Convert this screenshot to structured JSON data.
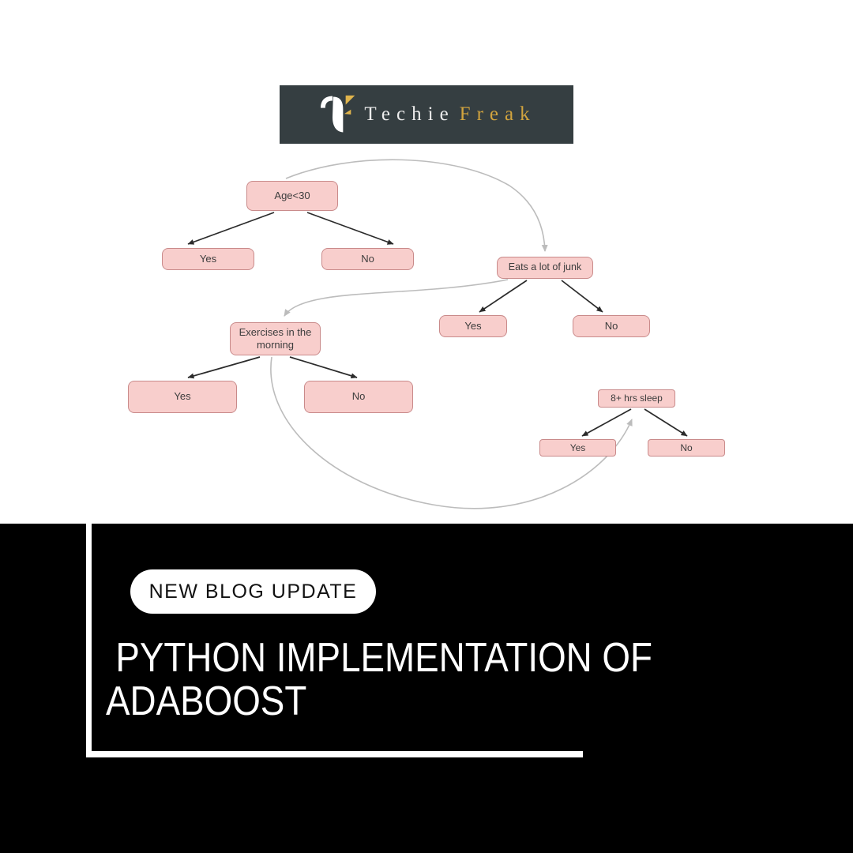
{
  "colors": {
    "logo_bg": "#353e41",
    "logo_first": "#ececec",
    "logo_second": "#d2a43e",
    "node_fill": "#f8cecc",
    "node_stroke": "#c98a8a",
    "node_text": "#3d3d3d",
    "tree_edge": "#2b2b2b",
    "flow_edge": "#bcbcbc",
    "footer_bg": "#000000",
    "frame_accent": "#ffffff",
    "badge_bg": "#ffffff",
    "badge_text": "#111111",
    "title_text": "#ffffff"
  },
  "logo": {
    "brand_first": "Techie",
    "brand_second": "Freak",
    "icon": "techiefreak-monogram-icon"
  },
  "diagram": {
    "type": "decision-trees",
    "nodes": [
      {
        "id": "age",
        "label": "Age<30"
      },
      {
        "id": "age-yes",
        "label": "Yes"
      },
      {
        "id": "age-no",
        "label": "No"
      },
      {
        "id": "junk",
        "label": "Eats a lot of junk"
      },
      {
        "id": "junk-yes",
        "label": "Yes"
      },
      {
        "id": "junk-no",
        "label": "No"
      },
      {
        "id": "exercise",
        "label": "Exercises in the morning"
      },
      {
        "id": "exercise-yes",
        "label": "Yes"
      },
      {
        "id": "exercise-no",
        "label": "No"
      },
      {
        "id": "sleep",
        "label": "8+ hrs sleep"
      },
      {
        "id": "sleep-yes",
        "label": "Yes"
      },
      {
        "id": "sleep-no",
        "label": "No"
      }
    ],
    "tree_edges": [
      [
        "age",
        "age-yes"
      ],
      [
        "age",
        "age-no"
      ],
      [
        "junk",
        "junk-yes"
      ],
      [
        "junk",
        "junk-no"
      ],
      [
        "exercise",
        "exercise-yes"
      ],
      [
        "exercise",
        "exercise-no"
      ],
      [
        "sleep",
        "sleep-yes"
      ],
      [
        "sleep",
        "sleep-no"
      ]
    ],
    "flow_edges": [
      [
        "age",
        "junk"
      ],
      [
        "junk",
        "exercise"
      ],
      [
        "exercise",
        "sleep"
      ]
    ]
  },
  "footer": {
    "badge_label": "NEW BLOG UPDATE",
    "title": "PYTHON IMPLEMENTATION OF ADABOOST"
  }
}
